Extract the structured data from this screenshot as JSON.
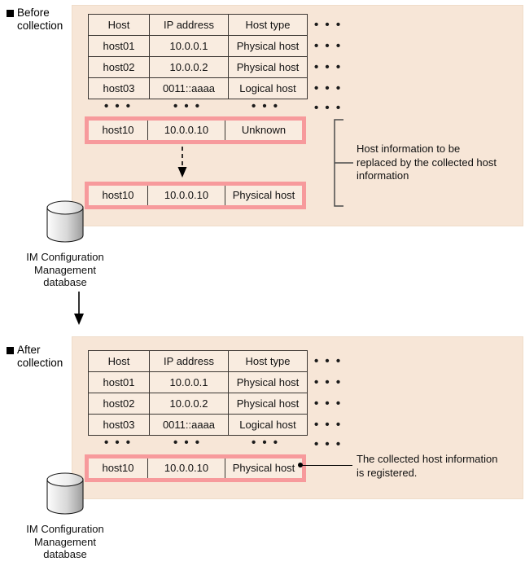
{
  "figure": {
    "panels": [
      {
        "id": "before",
        "label": "Before\ncollection",
        "table": {
          "columns": [
            "Host",
            "IP address",
            "Host type"
          ],
          "rows": [
            [
              "host01",
              "10.0.0.1",
              "Physical host"
            ],
            [
              "host02",
              "10.0.0.2",
              "Physical host"
            ],
            [
              "host03",
              "0011::aaaa",
              "Logical host"
            ]
          ],
          "ellipsis": "• • •",
          "overflow_column_marker": "• • •"
        },
        "highlighted_rows": [
          [
            "host10",
            "10.0.0.10",
            "Unknown"
          ],
          [
            "host10",
            "10.0.0.10",
            "Physical host"
          ]
        ],
        "callout": "Host information to be\nreplaced by the collected host\ninformation"
      },
      {
        "id": "after",
        "label": "After\ncollection",
        "table": {
          "columns": [
            "Host",
            "IP address",
            "Host type"
          ],
          "rows": [
            [
              "host01",
              "10.0.0.1",
              "Physical host"
            ],
            [
              "host02",
              "10.0.0.2",
              "Physical host"
            ],
            [
              "host03",
              "0011::aaaa",
              "Logical host"
            ]
          ],
          "ellipsis": "• • •",
          "overflow_column_marker": "• • •"
        },
        "highlighted_rows": [
          [
            "host10",
            "10.0.0.10",
            "Physical host"
          ]
        ],
        "callout": "The collected host information\nis registered."
      }
    ],
    "databases": [
      {
        "caption": "IM Configuration\nManagement\ndatabase"
      },
      {
        "caption": "IM Configuration\nManagement\ndatabase"
      }
    ],
    "colors": {
      "panel_background": "#f7e6d7",
      "table_cell_background": "#f9ece0",
      "table_border": "#3b3632",
      "highlight_border": "#f79a9c",
      "text": "#111111",
      "cylinder_light": "#f2f2f2",
      "cylinder_dark": "#9a9a9a"
    }
  }
}
